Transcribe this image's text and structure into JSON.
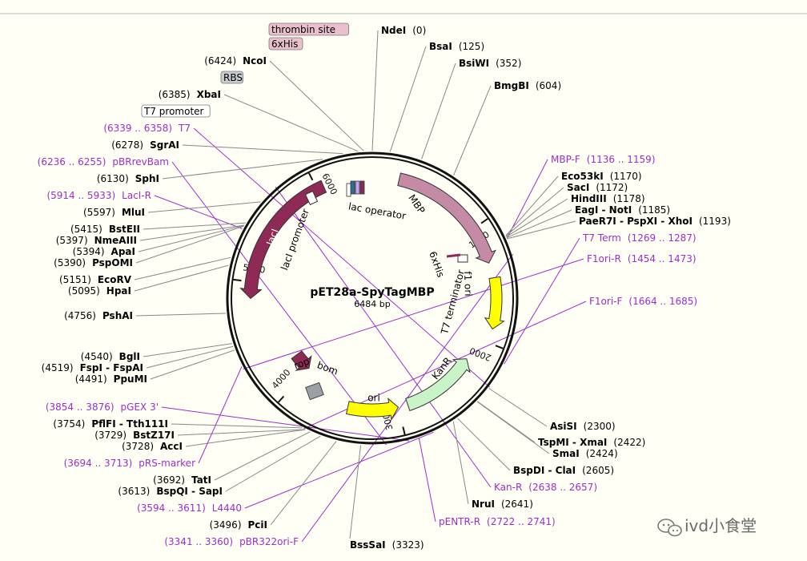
{
  "plasmid": {
    "name": "pET28a-SpyTagMBP",
    "length_label": "6484 bp"
  },
  "watermark": {
    "text": "ivd小食堂",
    "icon": "wechat-icon"
  },
  "colors": {
    "primer": "#9a2fc9",
    "mbp": "#c48aa6",
    "laci": "#8e2a55",
    "kanr": "#c8f4c8",
    "yellow": "#ffff00",
    "rop": "#8e2a55",
    "bom": "#9aa0a6"
  },
  "scale_ticks": [
    {
      "label": "1000",
      "pos": 1000
    },
    {
      "label": "2000",
      "pos": 2000
    },
    {
      "label": "3000",
      "pos": 3000
    },
    {
      "label": "4000",
      "pos": 4000
    },
    {
      "label": "5000",
      "pos": 5000
    },
    {
      "label": "6000",
      "pos": 6000
    }
  ],
  "features": [
    {
      "id": "mbp",
      "label": "MBP",
      "start": 230,
      "end": 1320,
      "strand": 1,
      "type": "arrow"
    },
    {
      "id": "laci",
      "label": "lacI",
      "start": 4860,
      "end": 6060,
      "strand": -1,
      "type": "arrow"
    },
    {
      "id": "f1ori",
      "label": "f1 ori",
      "start": 1450,
      "end": 1880,
      "strand": 1,
      "type": "arrow"
    },
    {
      "id": "kanr",
      "label": "KanR",
      "start": 2210,
      "end": 2910,
      "strand": -1,
      "type": "arrow"
    },
    {
      "id": "ori",
      "label": "ori",
      "start": 3000,
      "end": 3470,
      "strand": -1,
      "type": "arrow"
    },
    {
      "id": "rop",
      "label": "rop",
      "start": 4000,
      "end": 4200,
      "strand": -1,
      "type": "arrow"
    }
  ],
  "inner_labels": [
    {
      "label": "lac operator"
    },
    {
      "label": "lacI promoter"
    },
    {
      "label": "T7 terminator"
    },
    {
      "label": "6xHis"
    },
    {
      "label": "bom"
    }
  ],
  "boxed_labels": [
    {
      "label": "thrombin site",
      "style": "pink"
    },
    {
      "label": "6xHis",
      "style": "pink"
    },
    {
      "label": "RBS",
      "style": "grey"
    },
    {
      "label": "T7 promoter",
      "style": "white"
    }
  ],
  "sites": [
    {
      "side": "left",
      "pos": "(6424)",
      "name": "NcoI"
    },
    {
      "side": "left",
      "pos": "(6385)",
      "name": "XbaI"
    },
    {
      "side": "left",
      "pos": "(6339 .. 6358)",
      "name": "T7",
      "primer": true
    },
    {
      "side": "left",
      "pos": "(6278)",
      "name": "SgrAI"
    },
    {
      "side": "left",
      "pos": "(6236 .. 6255)",
      "name": "pBRrevBam",
      "primer": true
    },
    {
      "side": "left",
      "pos": "(6130)",
      "name": "SphI"
    },
    {
      "side": "left",
      "pos": "(5914 .. 5933)",
      "name": "LacI-R",
      "primer": true
    },
    {
      "side": "left",
      "pos": "(5597)",
      "name": "MluI"
    },
    {
      "side": "left",
      "pos": "(5415)",
      "name": "BstEII"
    },
    {
      "side": "left",
      "pos": "(5397)",
      "name": "NmeAIII"
    },
    {
      "side": "left",
      "pos": "(5394)",
      "name": "ApaI"
    },
    {
      "side": "left",
      "pos": "(5390)",
      "name": "PspOMI"
    },
    {
      "side": "left",
      "pos": "(5151)",
      "name": "EcoRV"
    },
    {
      "side": "left",
      "pos": "(5095)",
      "name": "HpaI"
    },
    {
      "side": "left",
      "pos": "(4756)",
      "name": "PshAI"
    },
    {
      "side": "left",
      "pos": "(4540)",
      "name": "BglI"
    },
    {
      "side": "left",
      "pos": "(4519)",
      "name": "FspI - FspAI"
    },
    {
      "side": "left",
      "pos": "(4491)",
      "name": "PpuMI"
    },
    {
      "side": "left",
      "pos": "(3854 .. 3876)",
      "name": "pGEX 3'",
      "primer": true
    },
    {
      "side": "left",
      "pos": "(3754)",
      "name": "PflFI - Tth111I"
    },
    {
      "side": "left",
      "pos": "(3729)",
      "name": "BstZ17I"
    },
    {
      "side": "left",
      "pos": "(3728)",
      "name": "AccI"
    },
    {
      "side": "left",
      "pos": "(3694 .. 3713)",
      "name": "pRS-marker",
      "primer": true
    },
    {
      "side": "left",
      "pos": "(3692)",
      "name": "TatI"
    },
    {
      "side": "left",
      "pos": "(3613)",
      "name": "BspQI - SapI"
    },
    {
      "side": "left",
      "pos": "(3594 .. 3611)",
      "name": "L4440",
      "primer": true
    },
    {
      "side": "left",
      "pos": "(3496)",
      "name": "PciI"
    },
    {
      "side": "left",
      "pos": "(3341 .. 3360)",
      "name": "pBR322ori-F",
      "primer": true
    },
    {
      "side": "right",
      "name": "NdeI",
      "pos": "(0)"
    },
    {
      "side": "right",
      "name": "BsaI",
      "pos": "(125)"
    },
    {
      "side": "right",
      "name": "BsiWI",
      "pos": "(352)"
    },
    {
      "side": "right",
      "name": "BmgBI",
      "pos": "(604)"
    },
    {
      "side": "right",
      "name": "MBP-F",
      "pos": "(1136 .. 1159)",
      "primer": true
    },
    {
      "side": "right",
      "name": "Eco53kI",
      "pos": "(1170)"
    },
    {
      "side": "right",
      "name": "SacI",
      "pos": "(1172)"
    },
    {
      "side": "right",
      "name": "HindIII",
      "pos": "(1178)"
    },
    {
      "side": "right",
      "name": "EagI - NotI",
      "pos": "(1185)"
    },
    {
      "side": "right",
      "name": "PaeR7I - PspXI - XhoI",
      "pos": "(1193)"
    },
    {
      "side": "right",
      "name": "T7 Term",
      "pos": "(1269 .. 1287)",
      "primer": true
    },
    {
      "side": "right",
      "name": "F1ori-R",
      "pos": "(1454 .. 1473)",
      "primer": true
    },
    {
      "side": "right",
      "name": "F1ori-F",
      "pos": "(1664 .. 1685)",
      "primer": true
    },
    {
      "side": "right",
      "name": "AsiSI",
      "pos": "(2300)"
    },
    {
      "side": "right",
      "name": "TspMI - XmaI",
      "pos": "(2422)"
    },
    {
      "side": "right",
      "name": "SmaI",
      "pos": "(2424)"
    },
    {
      "side": "right",
      "name": "BspDI - ClaI",
      "pos": "(2605)"
    },
    {
      "side": "right",
      "name": "Kan-R",
      "pos": "(2638 .. 2657)",
      "primer": true
    },
    {
      "side": "right",
      "name": "NruI",
      "pos": "(2641)"
    },
    {
      "side": "right",
      "name": "pENTR-R",
      "pos": "(2722 .. 2741)",
      "primer": true
    },
    {
      "side": "bottom",
      "name": "BssSaI",
      "pos": "(3323)"
    }
  ]
}
